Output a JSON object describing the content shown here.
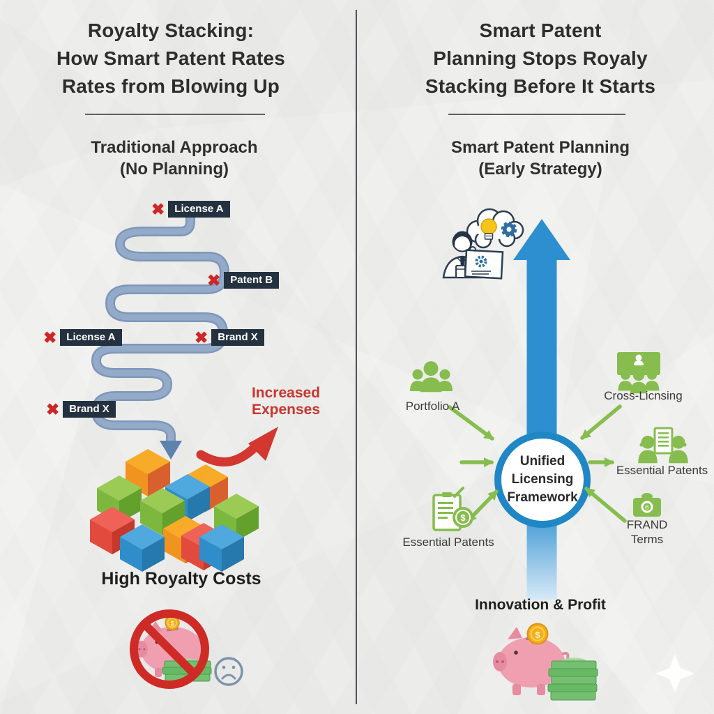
{
  "left_panel": {
    "title_line1": "Royalty Stacking:",
    "title_line2": "How Smart Patent Rates",
    "title_line3": "Rates from Blowing Up",
    "subtitle_line1": "Traditional Approach",
    "subtitle_line2": "(No Planning)",
    "path_labels": [
      "License A",
      "Patent B",
      "License A",
      "Brand X",
      "Brand X"
    ],
    "increase_line1": "Increased",
    "increase_line2": "Expenses",
    "blocks_caption": "High Royalty Costs"
  },
  "right_panel": {
    "title_line1": "Smart Patent",
    "title_line2": "Planning Stops Royaly",
    "title_line3": "Stacking Before It Starts",
    "subtitle_line1": "Smart Patent Planning",
    "subtitle_line2": "(Early Strategy)",
    "hub_line1": "Unified",
    "hub_line2": "Licensing",
    "hub_line3": "Framework",
    "node_portfolio": "Portfolio A",
    "node_cross": "Cross-Licnsing",
    "node_essential_right": "Essential Patents",
    "node_essential_left": "Essential Patents",
    "node_frand_line1": "FRAND",
    "node_frand_line2": "Terms",
    "outcome": "Innovation & Profit"
  },
  "icons": {
    "x_mark": "✖",
    "coin_symbol": "$",
    "frand_badge_symbol": "©"
  },
  "colors": {
    "accent_blue": "#2e8fd0",
    "hub_border": "#1f87c5",
    "green": "#86bd4e",
    "alert_red": "#ce2b26",
    "label_navy": "#24313f",
    "path_steel_blue": "#8fa6c4",
    "piggy_pink": "#ef9fb0",
    "coin_gold": "#f3ae18",
    "cash_green": "#6fbf6a"
  }
}
